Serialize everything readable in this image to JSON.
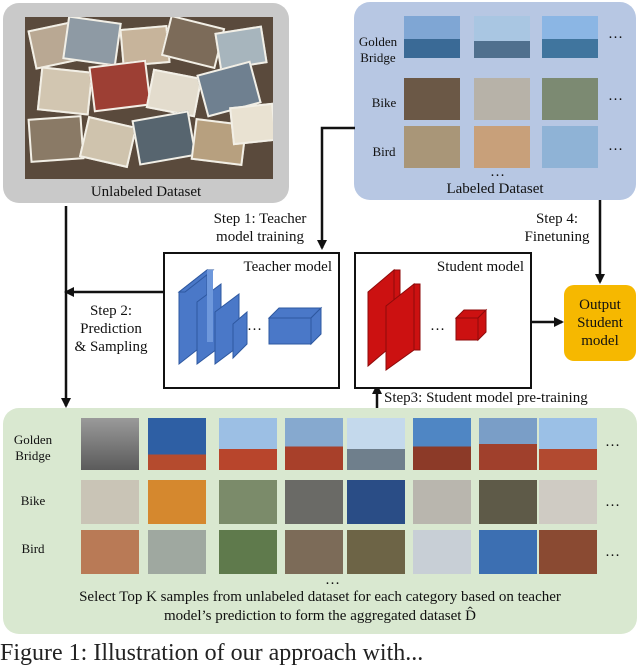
{
  "unlabeled": {
    "label": "Unlabeled Dataset"
  },
  "labeled": {
    "label": "Labeled Dataset",
    "rows": [
      {
        "name": "Golden\nBridge"
      },
      {
        "name": "Bike"
      },
      {
        "name": "Bird"
      }
    ],
    "ellipsis": "…",
    "bottom_ellipsis": "…"
  },
  "steps": {
    "step1": "Step 1: Teacher\nmodel training",
    "step2": "Step 2:\nPrediction\n& Sampling",
    "step3": "Step3: Student model pre-training",
    "step4": "Step 4:\nFinetuning"
  },
  "teacher": {
    "title": "Teacher model",
    "ellipsis": "…"
  },
  "student": {
    "title": "Student model",
    "ellipsis": "…"
  },
  "output": {
    "label": "Output\nStudent\nmodel"
  },
  "bottom": {
    "rows": [
      {
        "name": "Golden\nBridge"
      },
      {
        "name": "Bike"
      },
      {
        "name": "Bird"
      }
    ],
    "ellipsis": "…",
    "bottom_ellipsis": "…",
    "caption": "Select Top K samples from unlabeled dataset for each category based on teacher\nmodel’s prediction to form the aggregated dataset D̂"
  },
  "figure_caption": "Figure 1: Illustration of our approach with...",
  "colors": {
    "teacher_blue": "#4a78c8",
    "student_red": "#cc1111",
    "output_yellow": "#f6b800",
    "labeled_panel": "#b7c7e3",
    "unlabeled_panel": "#c9c9c9",
    "bottom_panel": "#d9e8d0"
  }
}
